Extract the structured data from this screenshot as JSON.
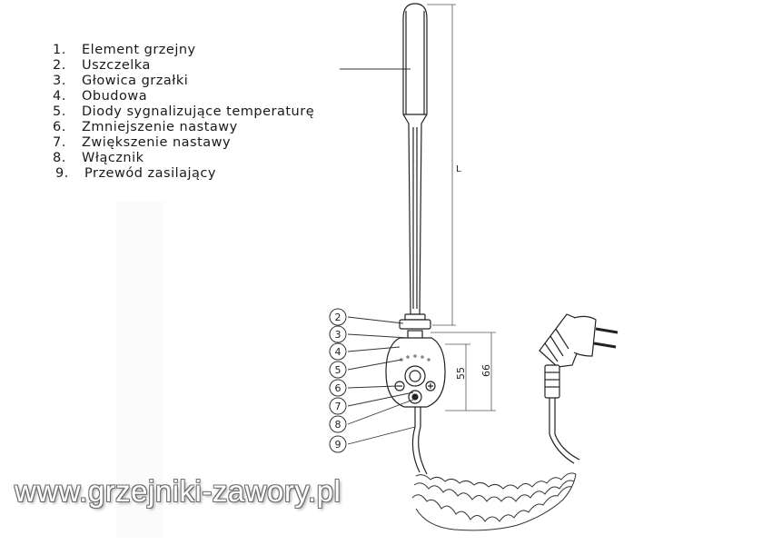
{
  "legend": [
    {
      "num": "1.",
      "label": "Element grzejny"
    },
    {
      "num": "2.",
      "label": "Uszczelka"
    },
    {
      "num": "3.",
      "label": "Głowica grzałki"
    },
    {
      "num": "4.",
      "label": "Obudowa"
    },
    {
      "num": "5.",
      "label": "Diody sygnalizujące temperaturę"
    },
    {
      "num": "6.",
      "label": "Zmniejszenie nastawy"
    },
    {
      "num": "7.",
      "label": "Zwiększenie nastawy"
    },
    {
      "num": "8.",
      "label": "Włącznik"
    },
    {
      "num": "9.",
      "label": "Przewód zasilający"
    }
  ],
  "callouts": [
    "2",
    "3",
    "4",
    "5",
    "6",
    "7",
    "8",
    "9"
  ],
  "dimensions": {
    "length": "L",
    "housing_height": "55",
    "total_height": "66"
  },
  "watermark": "www.grzejniki-zawory.pl"
}
